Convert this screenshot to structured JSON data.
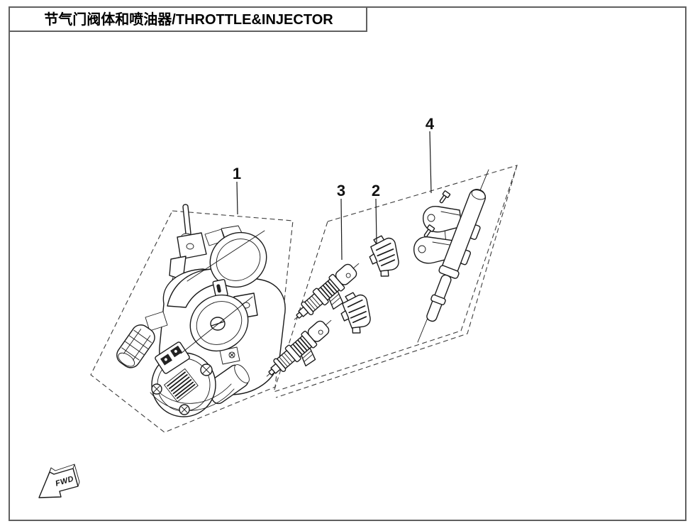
{
  "page": {
    "title": "节气门阀体和喷油器/THROTTLE&INJECTOR"
  },
  "fwd_marker": {
    "label": "FWD"
  },
  "callouts": [
    {
      "label": "1",
      "part": "throttle-body"
    },
    {
      "label": "2",
      "part": "injector-clip"
    },
    {
      "label": "3",
      "part": "fuel-injector"
    },
    {
      "label": "4",
      "part": "fuel-rail"
    }
  ],
  "colors": {
    "line": "#1a1a1a",
    "frame_border": "#606060",
    "background": "#ffffff"
  }
}
